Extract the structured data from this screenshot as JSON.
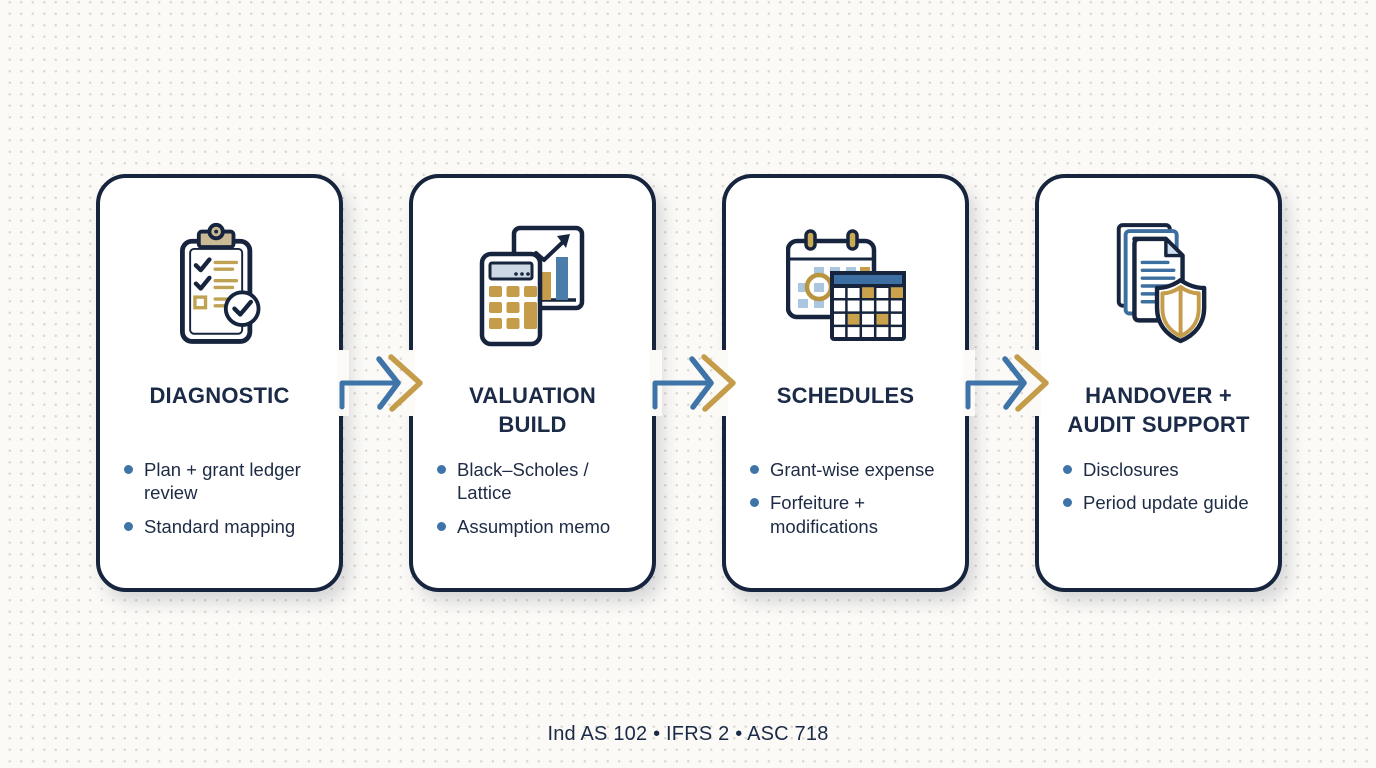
{
  "colors": {
    "navy": "#16243d",
    "text_navy": "#1b2a47",
    "blue": "#3e74a8",
    "gold": "#c49c4a",
    "background": "#fbfaf7"
  },
  "steps": [
    {
      "title": "DIAGNOSTIC",
      "icon": "clipboard-checklist-icon",
      "bullets": [
        "Plan + grant ledger review",
        "Standard mapping"
      ]
    },
    {
      "title": "VALUATION\nBUILD",
      "icon": "calculator-chart-icon",
      "bullets": [
        "Black–Scholes / Lattice",
        "Assumption memo"
      ]
    },
    {
      "title": "SCHEDULES",
      "icon": "calendar-table-icon",
      "bullets": [
        "Grant-wise expense",
        "Forfeiture + modifications"
      ]
    },
    {
      "title": "HANDOVER +\nAUDIT SUPPORT",
      "icon": "documents-shield-icon",
      "bullets": [
        "Disclosures",
        "Period update guide"
      ]
    }
  ],
  "footer": {
    "text": "Ind AS 102 • IFRS 2 • ASC 718"
  }
}
